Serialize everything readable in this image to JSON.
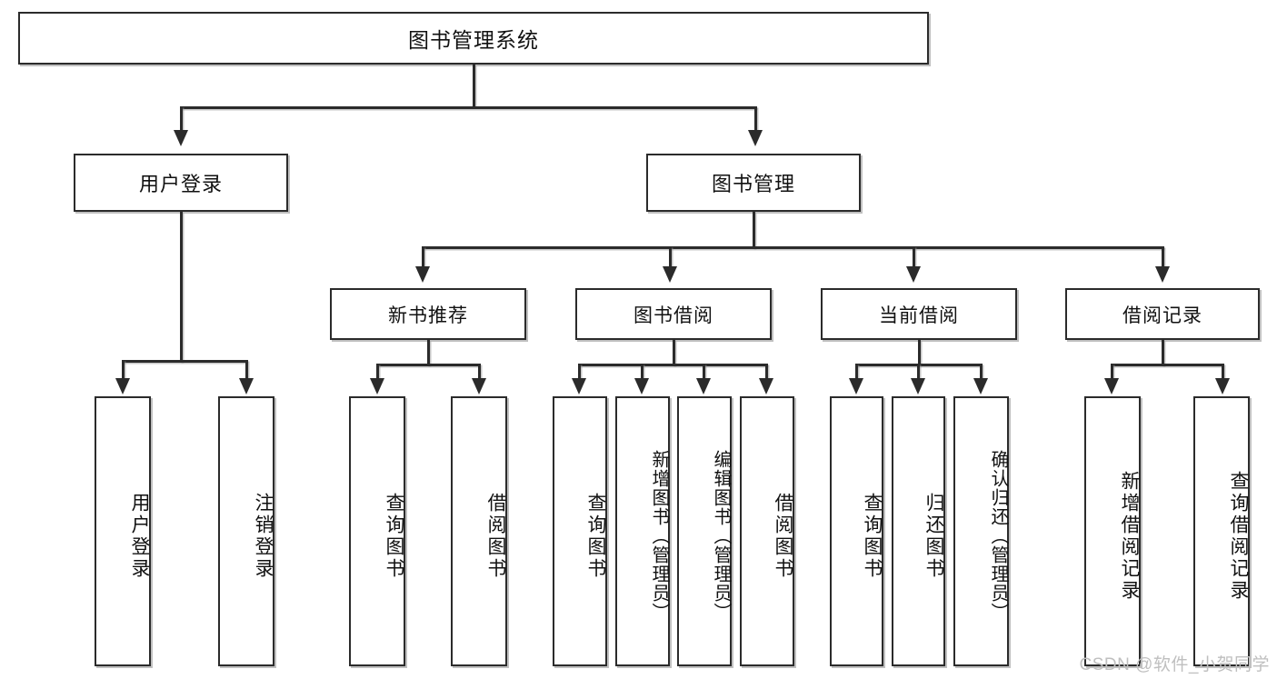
{
  "diagram": {
    "type": "tree-hierarchy",
    "title": "图书管理系统",
    "watermark": "CSDN @软件_小贺同学",
    "nodes": {
      "root": {
        "label": "图书管理系统"
      },
      "level1": [
        {
          "id": "user-login",
          "label": "用户登录"
        },
        {
          "id": "book-management",
          "label": "图书管理"
        }
      ],
      "level2": [
        {
          "id": "new-book-recommend",
          "label": "新书推荐"
        },
        {
          "id": "book-borrow",
          "label": "图书借阅"
        },
        {
          "id": "current-borrow",
          "label": "当前借阅"
        },
        {
          "id": "borrow-record",
          "label": "借阅记录"
        }
      ],
      "leaves": {
        "user-login": [
          {
            "id": "leaf-user-login",
            "label": "用户登录"
          },
          {
            "id": "leaf-user-logout",
            "label": "注销登录"
          }
        ],
        "new-book-recommend": [
          {
            "id": "leaf-query-book-1",
            "label": "查询图书"
          },
          {
            "id": "leaf-borrow-book-1",
            "label": "借阅图书"
          }
        ],
        "book-borrow": [
          {
            "id": "leaf-query-book-2",
            "label": "查询图书"
          },
          {
            "id": "leaf-add-book",
            "label": "新增图书（管理员）"
          },
          {
            "id": "leaf-edit-book",
            "label": "编辑图书（管理员）"
          },
          {
            "id": "leaf-borrow-book-2",
            "label": "借阅图书"
          }
        ],
        "current-borrow": [
          {
            "id": "leaf-query-book-3",
            "label": "查询图书"
          },
          {
            "id": "leaf-return-book",
            "label": "归还图书"
          },
          {
            "id": "leaf-confirm-return",
            "label": "确认归还（管理员）"
          }
        ],
        "borrow-record": [
          {
            "id": "leaf-add-record",
            "label": "新增借阅记录"
          },
          {
            "id": "leaf-query-record",
            "label": "查询借阅记录"
          }
        ]
      }
    },
    "colors": {
      "stroke": "#2b2b2b",
      "fill": "#ffffff",
      "shadow": "#8c8c8c",
      "watermark": "#bfbfbf"
    }
  }
}
